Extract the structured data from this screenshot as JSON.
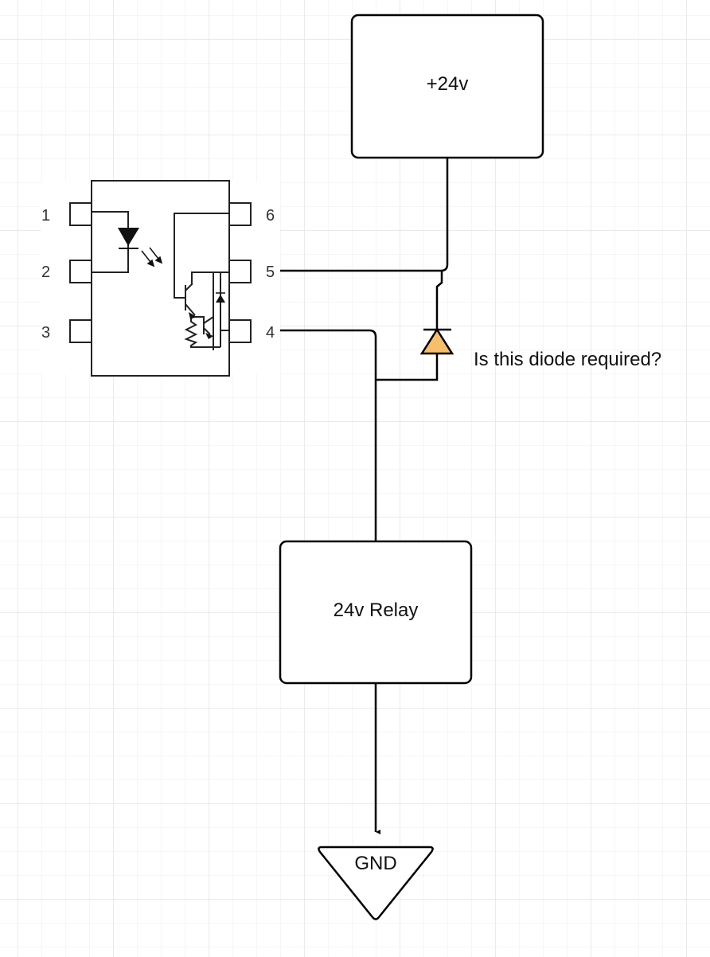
{
  "diagram": {
    "type": "circuit-schematic",
    "colors": {
      "background": "#ffffff",
      "grid_minor": "#f0f0f0",
      "grid_major": "#e4e4e4",
      "stroke": "#000000",
      "diode_fill": "#f7be6e"
    },
    "nodes": {
      "supply": {
        "label": "+24v"
      },
      "relay": {
        "label": "24v Relay"
      },
      "ground": {
        "label": "GND"
      },
      "diode": {
        "annotation": "Is this diode required?"
      }
    },
    "optocoupler": {
      "pins": [
        {
          "number": "1",
          "side": "left"
        },
        {
          "number": "2",
          "side": "left"
        },
        {
          "number": "3",
          "side": "left"
        },
        {
          "number": "6",
          "side": "right"
        },
        {
          "number": "5",
          "side": "right"
        },
        {
          "number": "4",
          "side": "right"
        }
      ]
    },
    "connections": [
      {
        "from": "+24v",
        "to": "pin 5"
      },
      {
        "from": "pin 5",
        "to": "diode cathode"
      },
      {
        "from": "diode anode",
        "to": "pin 4 / relay"
      },
      {
        "from": "pin 4",
        "to": "24v Relay"
      },
      {
        "from": "24v Relay",
        "to": "GND"
      }
    ]
  }
}
